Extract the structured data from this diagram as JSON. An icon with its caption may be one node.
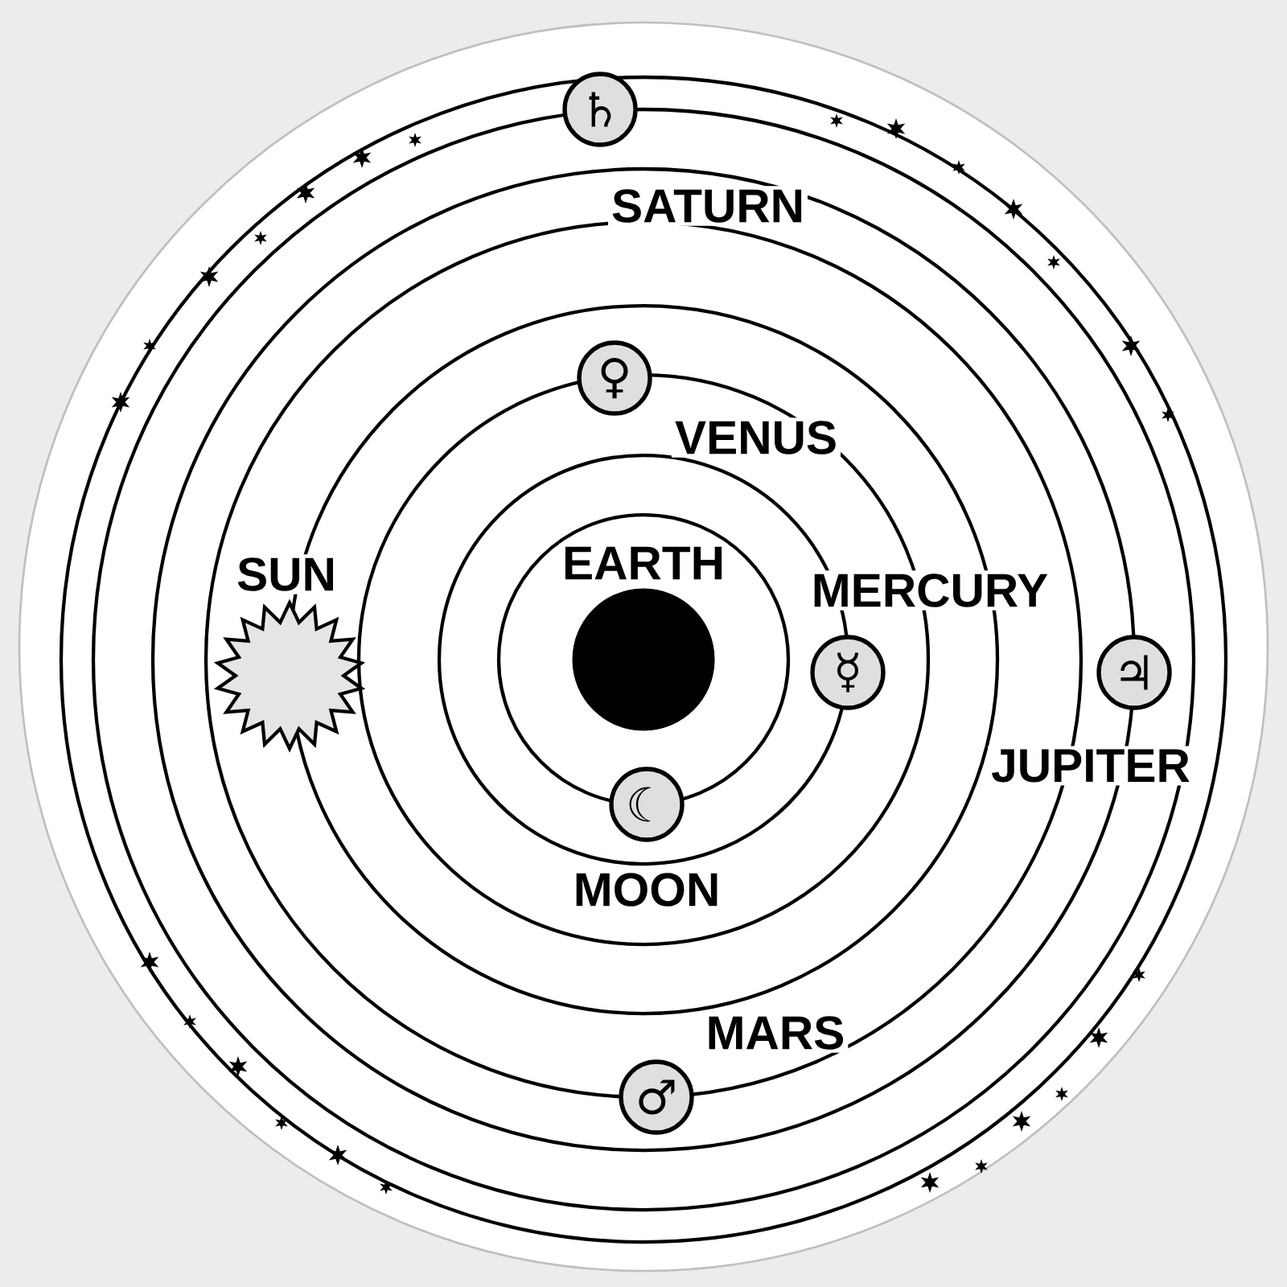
{
  "diagram": {
    "nodes": [
      {
        "text": [
          "♄"
        ],
        "beside": [
          "SATURN"
        ]
      },
      {
        "text": [
          "♀"
        ],
        "beside": [
          "VENUS"
        ]
      },
      {
        "text": [],
        "shape": "circle",
        "beside": [
          "EARTH"
        ]
      },
      {
        "text": [
          "☿"
        ],
        "beside": [
          "MERCURY"
        ]
      },
      {
        "text": [],
        "shape": "sun",
        "beside": [
          "SUN"
        ]
      },
      {
        "text": [
          "♃"
        ],
        "beside": [
          "JUPITER"
        ]
      },
      {
        "text": [
          "☾"
        ],
        "beside": [
          "MOON"
        ]
      },
      {
        "text": [
          "♂"
        ],
        "beside": [
          "MARS"
        ]
      }
    ]
  }
}
